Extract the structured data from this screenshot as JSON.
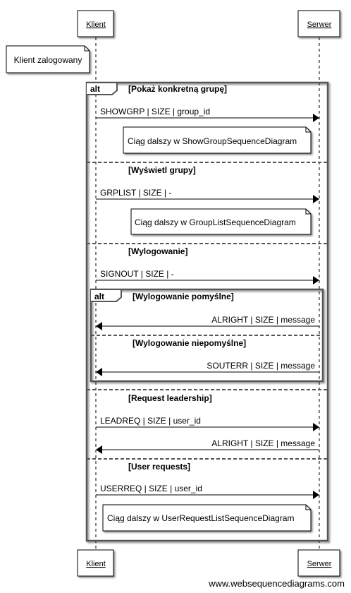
{
  "participants": {
    "client": "Klient",
    "server": "Serwer"
  },
  "state_note": "Klient zalogowany",
  "outer_alt": {
    "keyword": "alt",
    "sections": [
      {
        "guard": "[Pokaż konkretną grupę]",
        "message": "SHOWGRP | SIZE | group_id",
        "note": "Ciąg dalszy w ShowGroupSequenceDiagram"
      },
      {
        "guard": "[Wyświetl grupy]",
        "message": "GRPLIST | SIZE | -",
        "note": "Ciąg dalszy w GroupListSequenceDiagram"
      },
      {
        "guard": "[Wylogowanie]",
        "message": "SIGNOUT | SIZE | -"
      },
      {
        "guard": "[Request leadership]",
        "message": "LEADREQ | SIZE | user_id",
        "reply": "ALRIGHT | SIZE | message"
      },
      {
        "guard": "[User requests]",
        "message": "USERREQ | SIZE | user_id",
        "note": "Ciąg dalszy w UserRequestListSequenceDiagram"
      }
    ]
  },
  "inner_alt": {
    "keyword": "alt",
    "sections": [
      {
        "guard": "[Wylogowanie pomyślne]",
        "reply": "ALRIGHT | SIZE | message"
      },
      {
        "guard": "[Wylogowanie niepomyślne]",
        "reply": "SOUTERR | SIZE | message"
      }
    ]
  },
  "footer": "www.websequencediagrams.com"
}
